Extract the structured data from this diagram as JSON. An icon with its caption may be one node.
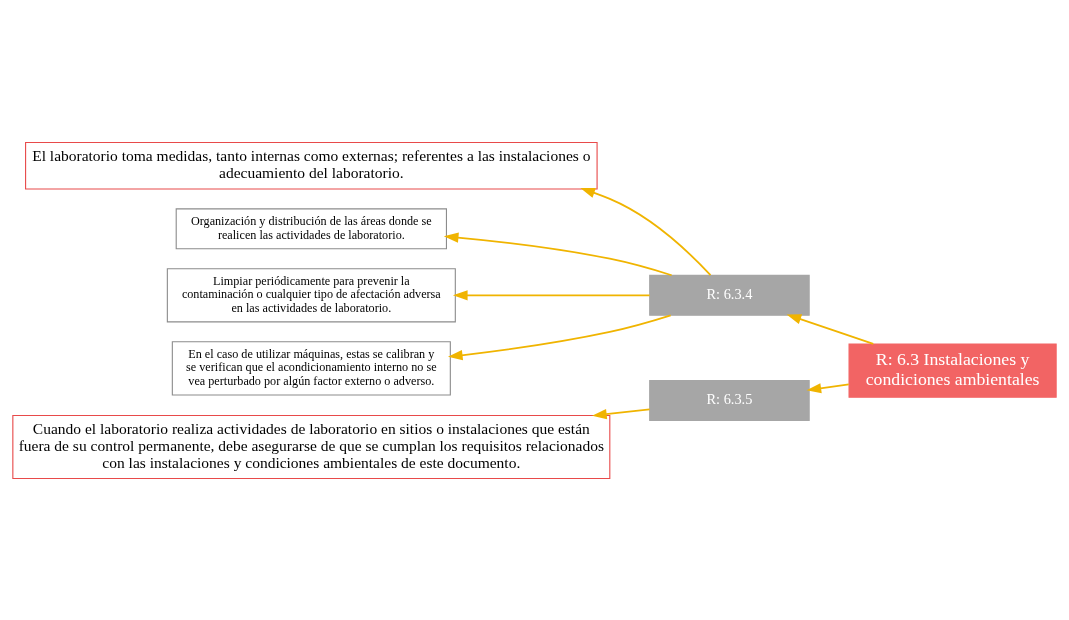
{
  "diagram": {
    "nodes": [
      {
        "text": [
          "R: 6.3 Instalaciones y condiciones ambientales"
        ]
      },
      {
        "text": [
          "El laboratorio toma medidas, tanto internas como externas; referentes a las instalaciones o adecuamiento del laboratorio."
        ]
      },
      {
        "text": [
          "R: 6.3.4"
        ]
      },
      {
        "text": [
          "Organización y distribución de las áreas donde se realicen las actividades de laboratorio."
        ]
      },
      {
        "text": [
          "Limpiar periódicamente para prevenir la contaminación o cualquier tipo de afectación adversa en las actividades de laboratorio."
        ]
      },
      {
        "text": [
          "En el caso de utilizar máquinas, estas se calibran y se verifican que el acondicionamiento interno no se vea perturbado por algún factor externo o adverso."
        ]
      },
      {
        "text": [
          "Cuando el laboratorio realiza actividades de laboratorio en sitios o instalaciones que están fuera de su control permanente, debe asegurarse de que se cumplan los requisitos relacionados con las instalaciones y condiciones ambientales de este documento."
        ]
      },
      {
        "text": [
          "R: 6.3.5"
        ]
      }
    ],
    "edges": [
      {
        "from": 0,
        "to": 2,
        "arrow": "to"
      },
      {
        "from": 0,
        "to": 7,
        "arrow": "to"
      },
      {
        "from": 2,
        "to": 1,
        "arrow": "to"
      },
      {
        "from": 2,
        "to": 3,
        "arrow": "to"
      },
      {
        "from": 2,
        "to": 4,
        "arrow": "to"
      },
      {
        "from": 2,
        "to": 5,
        "arrow": "to"
      },
      {
        "from": 7,
        "to": 6,
        "arrow": "to"
      }
    ]
  }
}
